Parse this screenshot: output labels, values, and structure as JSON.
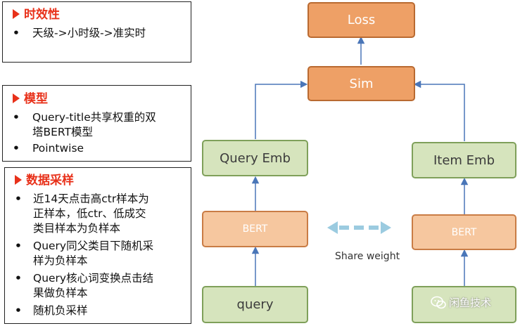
{
  "panels": {
    "timeliness": {
      "title": "时效性",
      "bullets": [
        "天级->小时级->准实时"
      ]
    },
    "model": {
      "title": "模型",
      "bullets": [
        [
          "Query-title共享权重的双",
          "塔BERT模型"
        ],
        [
          "Pointwise"
        ]
      ]
    },
    "sampling": {
      "title": "数据采样",
      "bullets": [
        [
          "近14天点击高ctr样本为",
          "正样本，低ctr、低成交",
          "类目样本为负样本"
        ],
        [
          "Query同父类目下随机采",
          "样为负样本"
        ],
        [
          "Query核心词变换点击结",
          "果做负样本"
        ],
        [
          "随机负采样"
        ]
      ]
    }
  },
  "diagram": {
    "loss": "Loss",
    "sim": "Sim",
    "query_emb": "Query Emb",
    "item_emb": "Item Emb",
    "bert_left": "BERT",
    "bert_right": "BERT",
    "query": "query",
    "share_weight": "Share weight",
    "watermark": "闲鱼技术"
  },
  "colors": {
    "title_red": "#e8311a",
    "green_fill": "#d6e4bd",
    "peach_fill": "#f6c79f",
    "orange_fill": "#eea066",
    "arrow_blue": "#4a76b8",
    "share_arrow": "#9bcbe0"
  }
}
